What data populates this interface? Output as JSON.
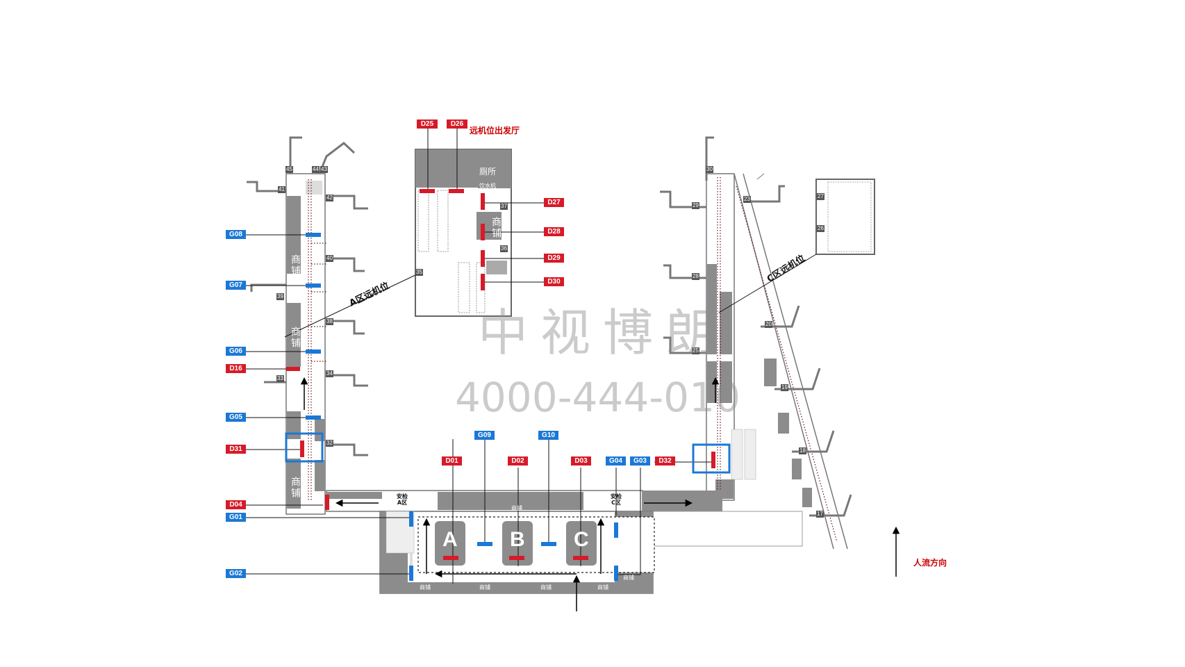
{
  "title": "远机位出发厅",
  "flow_label": "人流方向",
  "watermark": {
    "name": "中视博朗",
    "phone": "4000-444-010"
  },
  "zones": {
    "a_remote": "A区远机位",
    "c_remote": "C区远机位"
  },
  "security": {
    "a": "安检\nA区",
    "c": "安检\nC区"
  },
  "checkin_islands": [
    "A",
    "B",
    "C"
  ],
  "facilities": {
    "shop": "商铺",
    "restroom": "厕所",
    "water": "饮水机"
  },
  "ad_positions": {
    "red": [
      "D25",
      "D26",
      "D27",
      "D28",
      "D29",
      "D30",
      "D16",
      "D31",
      "D04",
      "D01",
      "D02",
      "D03",
      "D32"
    ],
    "blue": [
      "G08",
      "G07",
      "G06",
      "G05",
      "G01",
      "G02",
      "G09",
      "G10",
      "G04",
      "G03"
    ]
  },
  "gate_numbers": [
    "45",
    "44",
    "43",
    "41",
    "42",
    "40",
    "39",
    "38",
    "34",
    "33",
    "32",
    "35",
    "37",
    "36",
    "30",
    "29",
    "28",
    "25",
    "23",
    "27",
    "26",
    "20",
    "19",
    "18",
    "17"
  ],
  "colors": {
    "red": "#d71a28",
    "blue": "#1b78d6",
    "wall": "#8c8c8c",
    "title": "#cc0000"
  }
}
